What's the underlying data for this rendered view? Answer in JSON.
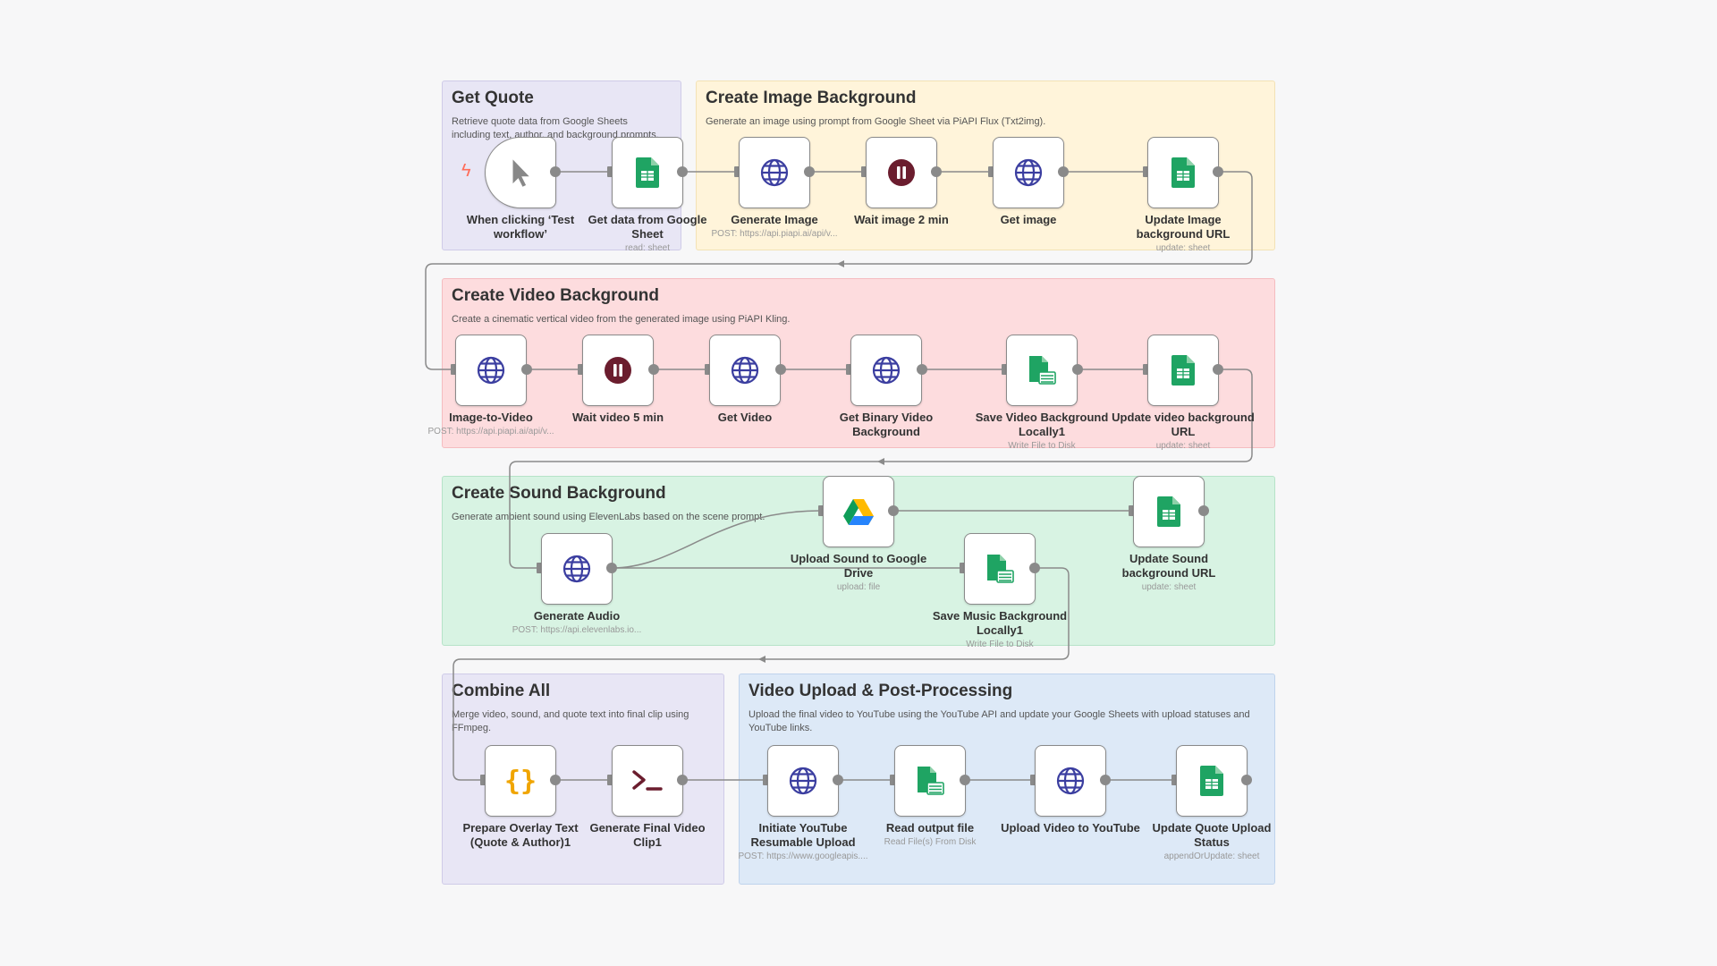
{
  "colors": {
    "purple_bg": "#e8e6f5",
    "purple_border": "#cfcbe8",
    "yellow_bg": "#fff4da",
    "yellow_border": "#f3e2b5",
    "red_bg": "#fddcde",
    "red_border": "#f5bcc0",
    "green_bg": "#d8f3e3",
    "green_border": "#b6e3c8",
    "blue_bg": "#dde9f7",
    "blue_border": "#bfd3ec",
    "edge": "#8a8a8a",
    "globe": "#3b3ea0",
    "wait": "#6b1d2e",
    "sheet": "#1fa463",
    "code": "#f0a500",
    "terminal": "#6b1d2e"
  },
  "groups": {
    "get_quote": {
      "title": "Get Quote",
      "desc": "Retrieve quote data from Google Sheets including text, author, and background prompts."
    },
    "image_bg": {
      "title": "Create Image Background",
      "desc": "Generate an image using prompt from Google Sheet via PiAPI Flux (Txt2img)."
    },
    "video_bg": {
      "title": "Create Video Background",
      "desc": "Create a cinematic vertical video from the generated image using PiAPI Kling."
    },
    "sound_bg": {
      "title": "Create Sound Background",
      "desc": "Generate ambient sound using ElevenLabs based on the scene prompt."
    },
    "combine": {
      "title": "Combine All",
      "desc": "Merge video, sound, and quote text into final clip using FFmpeg."
    },
    "upload": {
      "title": "Video Upload & Post-Processing",
      "desc": "Upload the final video to YouTube using the YouTube API and update your Google Sheets with upload statuses and YouTube links."
    }
  },
  "nodes": {
    "trigger": {
      "icon": "cursor-icon",
      "label": "When clicking ‘Test workflow’",
      "sub": ""
    },
    "get_sheet": {
      "icon": "google-sheets-icon",
      "label": "Get data from Google Sheet",
      "sub": "read: sheet"
    },
    "gen_image": {
      "icon": "globe-icon",
      "label": "Generate Image",
      "sub": "POST: https://api.piapi.ai/api/v..."
    },
    "wait_image": {
      "icon": "pause-icon",
      "label": "Wait image 2 min",
      "sub": ""
    },
    "get_image": {
      "icon": "globe-icon",
      "label": "Get image",
      "sub": ""
    },
    "upd_image": {
      "icon": "google-sheets-icon",
      "label": "Update Image background URL",
      "sub": "update: sheet"
    },
    "img2vid": {
      "icon": "globe-icon",
      "label": "Image-to-Video",
      "sub": "POST: https://api.piapi.ai/api/v..."
    },
    "wait_video": {
      "icon": "pause-icon",
      "label": "Wait video 5 min",
      "sub": ""
    },
    "get_video": {
      "icon": "globe-icon",
      "label": "Get Video",
      "sub": ""
    },
    "get_binary": {
      "icon": "globe-icon",
      "label": "Get Binary Video Background",
      "sub": ""
    },
    "save_video": {
      "icon": "file-save-icon",
      "label": "Save Video Background Locally1",
      "sub": "Write File to Disk"
    },
    "upd_video": {
      "icon": "google-sheets-icon",
      "label": "Update video background URL",
      "sub": "update: sheet"
    },
    "gen_audio": {
      "icon": "globe-icon",
      "label": "Generate Audio",
      "sub": "POST: https://api.elevenlabs.io..."
    },
    "upload_drive": {
      "icon": "google-drive-icon",
      "label": "Upload Sound to Google Drive",
      "sub": "upload: file"
    },
    "save_music": {
      "icon": "file-save-icon",
      "label": "Save Music Background Locally1",
      "sub": "Write File to Disk"
    },
    "upd_sound": {
      "icon": "google-sheets-icon",
      "label": "Update Sound background URL",
      "sub": "update: sheet"
    },
    "overlay": {
      "icon": "code-braces-icon",
      "label": "Prepare Overlay Text (Quote & Author)1",
      "sub": ""
    },
    "final_clip": {
      "icon": "terminal-icon",
      "label": "Generate Final Video Clip1",
      "sub": ""
    },
    "init_upload": {
      "icon": "globe-icon",
      "label": "Initiate YouTube Resumable Upload",
      "sub": "POST: https://www.googleapis...."
    },
    "read_output": {
      "icon": "file-save-icon",
      "label": "Read output file",
      "sub": "Read File(s) From Disk"
    },
    "upload_yt": {
      "icon": "globe-icon",
      "label": "Upload Video to YouTube",
      "sub": ""
    },
    "upd_quote": {
      "icon": "google-sheets-icon",
      "label": "Update Quote Upload Status",
      "sub": "appendOrUpdate: sheet"
    }
  }
}
